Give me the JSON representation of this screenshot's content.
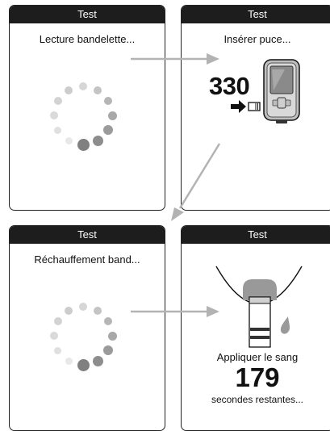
{
  "screens": {
    "reading_strip": {
      "title": "Test",
      "message": "Lecture bandelette..."
    },
    "insert_chip": {
      "title": "Test",
      "message": "Insérer puce...",
      "code": "330"
    },
    "warming_strip": {
      "title": "Test",
      "message": "Réchauffement band..."
    },
    "apply_blood": {
      "title": "Test",
      "instruction": "Appliquer le sang",
      "countdown": "179",
      "countdown_label": "secondes restantes..."
    }
  },
  "colors": {
    "titlebar": "#1d1d1d",
    "arrow": "#b3b3b3",
    "spinner_dark": "#808080",
    "spinner_light": "#e8e8e8"
  },
  "icons": [
    "loading-spinner-icon",
    "glucose-meter-icon",
    "arrow-right-icon",
    "chip-icon",
    "test-strip-icon",
    "blood-drop-icon"
  ]
}
